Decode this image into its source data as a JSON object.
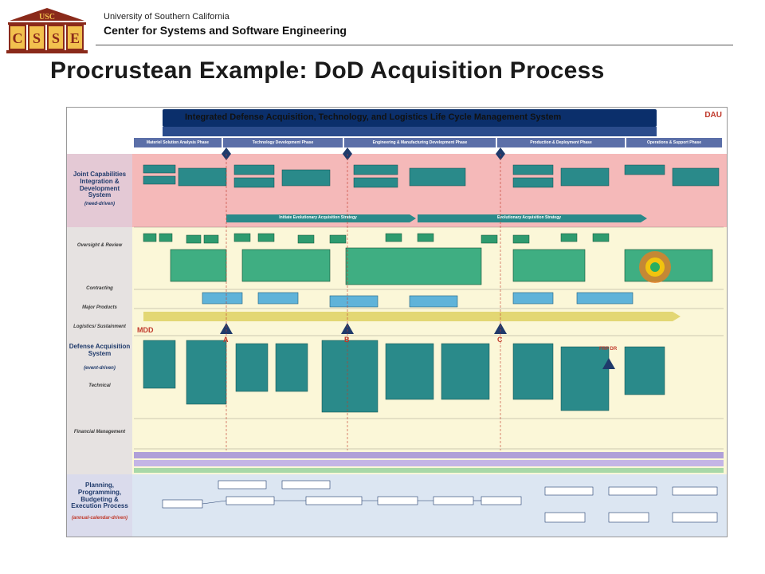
{
  "header": {
    "logo_text_top": "USC",
    "logo_letters": [
      "C",
      "S",
      "S",
      "E"
    ],
    "institution": "University of Southern California",
    "center": "Center for Systems and Software Engineering"
  },
  "slide": {
    "title": "Procrustean Example: DoD Acquisition Process"
  },
  "chart": {
    "main_title": "Integrated Defense Acquisition, Technology, and Logistics Life Cycle Management System",
    "dau": "DAU",
    "phases": [
      "Materiel Solution Analysis Phase",
      "Technology Development Phase",
      "Engineering & Manufacturing Development Phase",
      "Production & Deployment Phase",
      "Operations & Support Phase"
    ],
    "row_labels": {
      "jcids": "Joint Capabilities Integration & Development System",
      "jcids_sub": "(need-driven)",
      "oversight": "Oversight & Review",
      "contracting": "Contracting",
      "major_products": "Major Products",
      "logistics": "Logistics/ Sustainment",
      "das": "Defense Acquisition System",
      "das_sub": "(event-driven)",
      "technical": "Technical",
      "financial": "Financial Management",
      "ppbe": "Planning, Programming, Budgeting & Execution Process",
      "ppbe_sub": "(annual-calendar-driven)"
    },
    "bands": {
      "initiate": "Initiate Evolutionary Acquisition Strategy",
      "evolutionary": "Evolutionary Acquisition Strategy"
    },
    "milestones": [
      "MDD",
      "A",
      "B",
      "C",
      "FRP DR"
    ],
    "colors": {
      "header_band": "#0b2f6b",
      "jcids_band": "#f5b9b9",
      "main_band": "#fbf7d8",
      "ppbe_band": "#dce6f2",
      "arrow_teal": "#2a8a8a",
      "box_green": "#1e7a5a"
    }
  }
}
